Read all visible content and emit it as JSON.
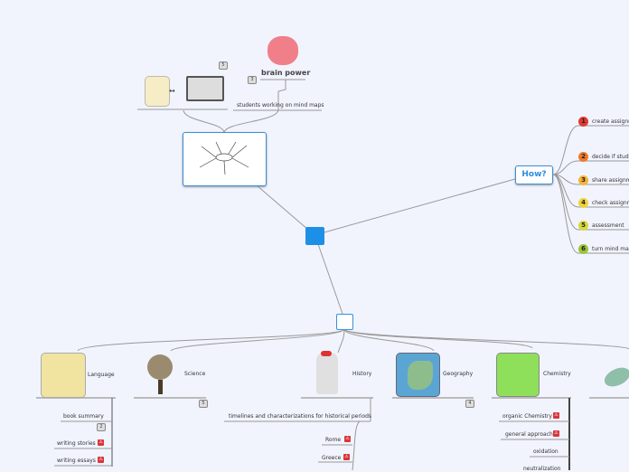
{
  "central": {
    "label": ""
  },
  "top": {
    "brain_power": "brain power",
    "students": "students working on mind maps",
    "badge_5": "5",
    "badge_3": "3"
  },
  "how": {
    "label": "How?",
    "steps": [
      {
        "n": "1",
        "label": "create assignm",
        "color": "#e03a2e"
      },
      {
        "n": "2",
        "label": "decide if stude",
        "color": "#ef7a2a"
      },
      {
        "n": "3",
        "label": "share assignme",
        "color": "#f5b23a"
      },
      {
        "n": "4",
        "label": "check assignm",
        "color": "#f0d23a"
      },
      {
        "n": "5",
        "label": "assessment",
        "color": "#d6d93a"
      },
      {
        "n": "6",
        "label": "turn mind map",
        "color": "#9cc43a"
      }
    ]
  },
  "subjects": {
    "node_label": "",
    "language": {
      "label": "Language",
      "items": [
        "book summary",
        "writing stories",
        "writing essays"
      ],
      "badge": "2"
    },
    "science": {
      "label": "Science",
      "badge": "5"
    },
    "history": {
      "label": "History",
      "items": [
        "timelines and characterizations for historical periods",
        "Rome",
        "Greece"
      ]
    },
    "geography": {
      "label": "Geography",
      "badge": "4"
    },
    "chemistry": {
      "label": "Chemistry",
      "items": [
        "organic Chemistry",
        "general approach",
        "oxidation",
        "neutralization"
      ]
    }
  },
  "icons": {
    "attachment": "pdf-icon"
  }
}
